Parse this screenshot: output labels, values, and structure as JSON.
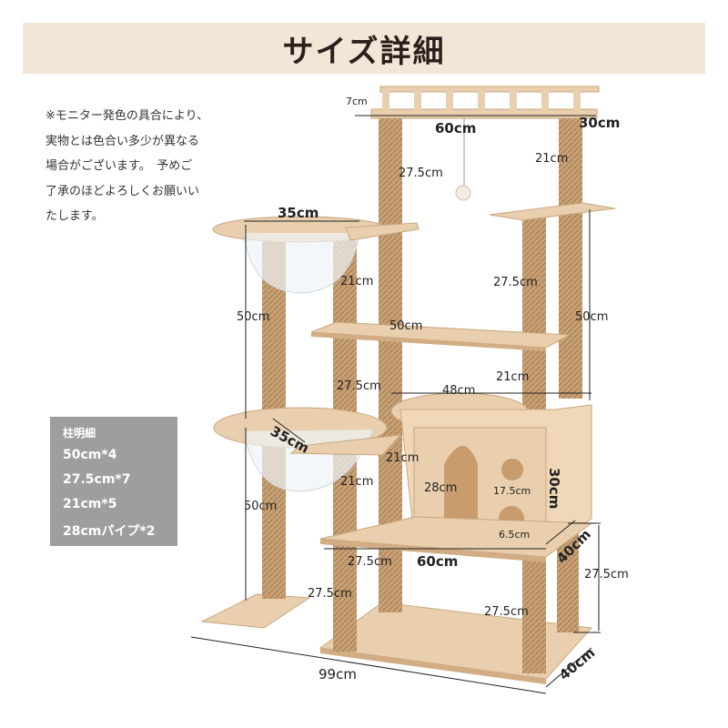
{
  "title": "サイズ詳細",
  "notice_lines": [
    "※モニター発色の具合により、",
    "実物とは色合い多少が異なる",
    "場合がございます。　予めご",
    "了承のほどよろしくお願いい",
    "たします。"
  ],
  "post_spec": {
    "title": "柱明細",
    "items": [
      "50cm*4",
      "27.5cm*7",
      "21cm*5",
      "28cmパイプ*2"
    ]
  },
  "dimensions": {
    "top_rail_height": "7cm",
    "top_width": "60cm",
    "top_depth": "30cm",
    "hammock_diameter_upper": "35cm",
    "hammock_diameter_lower": "35cm",
    "post_top_left": "27.5cm",
    "post_top_right": "21cm",
    "post_upper_middle": "21cm",
    "platform_upper_right_post": "27.5cm",
    "platform_mid_width": "50cm",
    "right_tall_post": "50cm",
    "left_upper_post": "50cm",
    "left_lower_post": "50cm",
    "center_post_mid": "27.5cm",
    "right_post_mid": "21cm",
    "condo_top_width": "48cm",
    "center_post_lower": "21cm",
    "center_post_lower2": "21cm",
    "condo_pipe": "28cm",
    "condo_hole_upper": "17.5cm",
    "condo_height": "30cm",
    "condo_hole_lower": "6.5cm",
    "base_platform_post_left": "27.5cm",
    "base_platform_width": "60cm",
    "base_platform_depth": "40cm",
    "right_base_post": "27.5cm",
    "bottom_post_left": "27.5cm",
    "bottom_post_center": "27.5cm",
    "total_width": "99cm",
    "total_depth": "40cm"
  },
  "colors": {
    "banner_bg": "#f4e6d6",
    "wood": "#e9cfae",
    "wood_dark": "#d2ad83",
    "rope": "#c49a6c",
    "spec_bg": "#9e9e9e"
  }
}
